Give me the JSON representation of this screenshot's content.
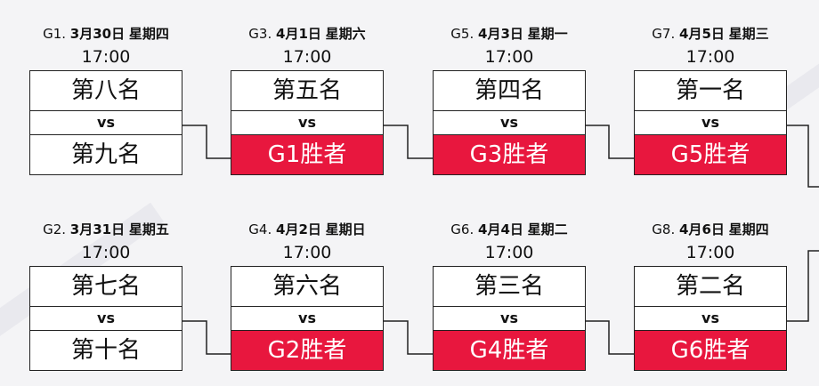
{
  "vs_label": "vs",
  "matches": [
    {
      "id": "G1.",
      "date": "3月30日",
      "weekday": "星期四",
      "time": "17:00",
      "top": "第八名",
      "bottom": "第九名",
      "bottom_winner": false
    },
    {
      "id": "G3.",
      "date": "4月1日",
      "weekday": "星期六",
      "time": "17:00",
      "top": "第五名",
      "bottom": "G1胜者",
      "bottom_winner": true
    },
    {
      "id": "G5.",
      "date": "4月3日",
      "weekday": "星期一",
      "time": "17:00",
      "top": "第四名",
      "bottom": "G3胜者",
      "bottom_winner": true
    },
    {
      "id": "G7.",
      "date": "4月5日",
      "weekday": "星期三",
      "time": "17:00",
      "top": "第一名",
      "bottom": "G5胜者",
      "bottom_winner": true
    },
    {
      "id": "G2.",
      "date": "3月31日",
      "weekday": "星期五",
      "time": "17:00",
      "top": "第七名",
      "bottom": "第十名",
      "bottom_winner": false
    },
    {
      "id": "G4.",
      "date": "4月2日",
      "weekday": "星期日",
      "time": "17:00",
      "top": "第六名",
      "bottom": "G2胜者",
      "bottom_winner": true
    },
    {
      "id": "G6.",
      "date": "4月4日",
      "weekday": "星期二",
      "time": "17:00",
      "top": "第三名",
      "bottom": "G4胜者",
      "bottom_winner": true
    },
    {
      "id": "G8.",
      "date": "4月6日",
      "weekday": "星期四",
      "time": "17:00",
      "top": "第二名",
      "bottom": "G6胜者",
      "bottom_winner": true
    }
  ],
  "colors": {
    "winner": "#e8173e",
    "line": "#222222",
    "background": "#f4f4f6"
  }
}
